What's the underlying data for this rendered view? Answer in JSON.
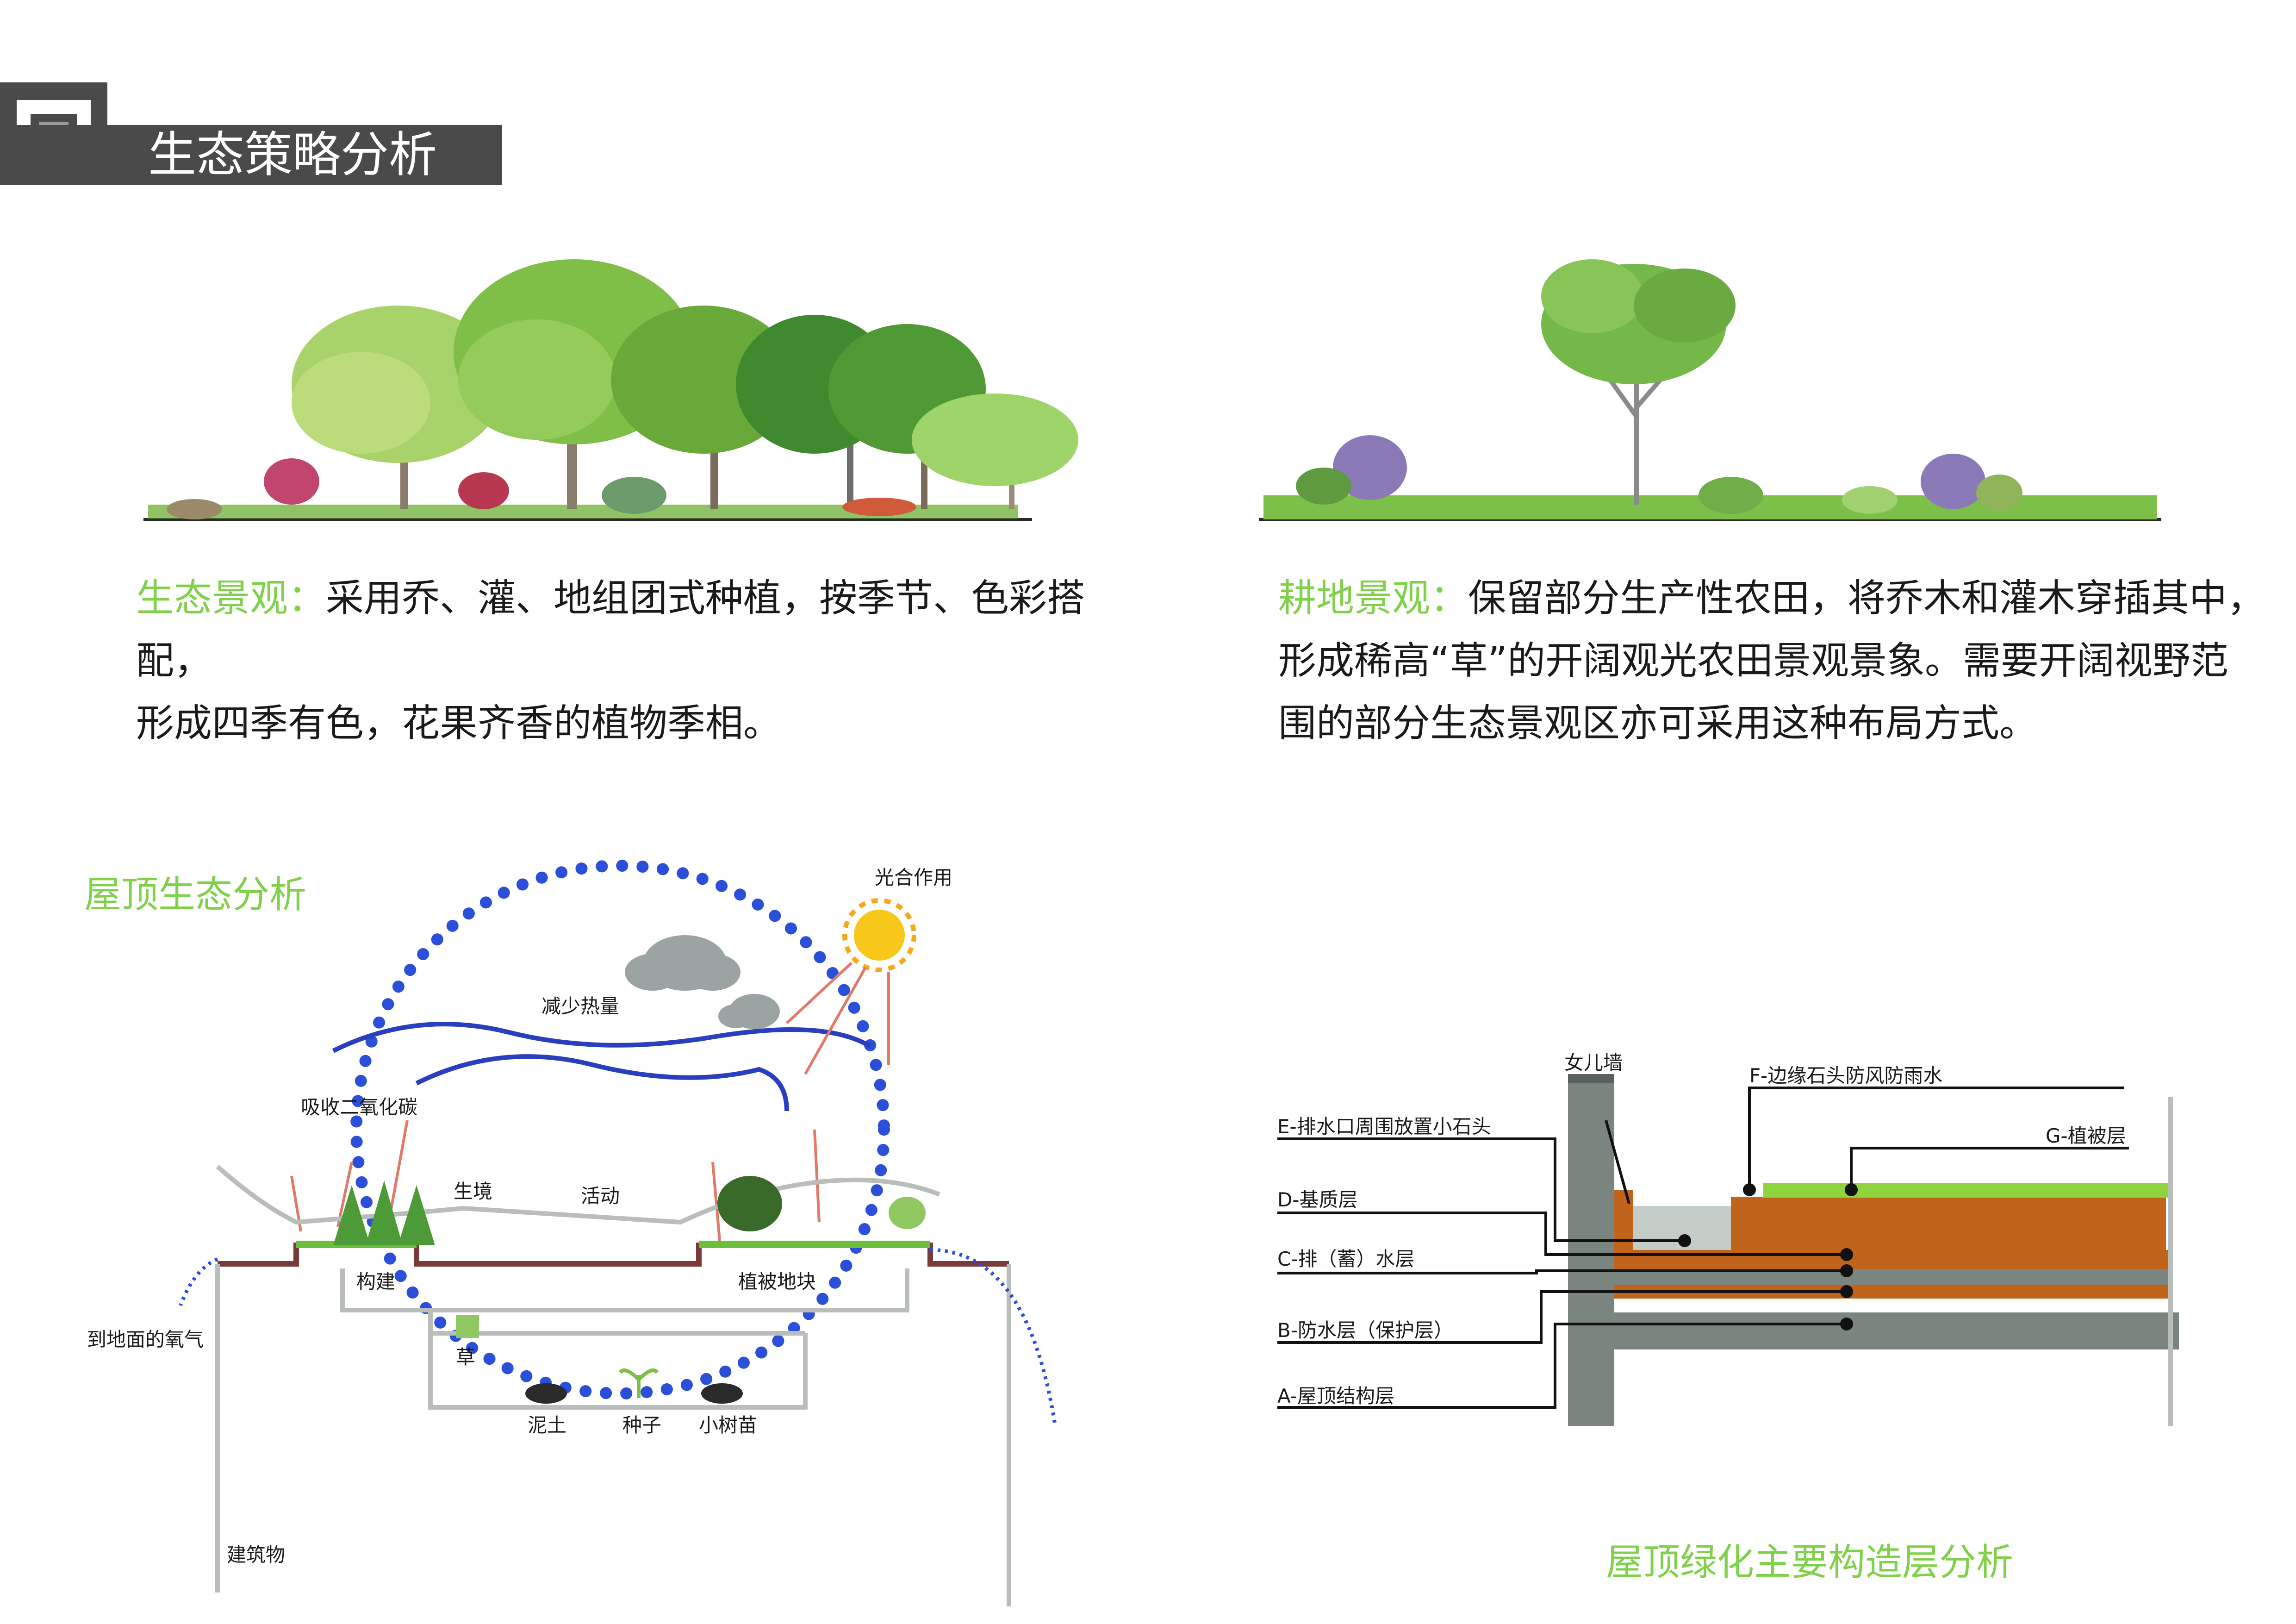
{
  "header": {
    "title": "生态策略分析"
  },
  "panel_eco": {
    "lead": "生态景观：",
    "line1": "采用乔、灌、地组团式种植，按季节、色彩搭配，",
    "line2": "形成四季有色，花果齐香的植物季相。"
  },
  "panel_farm": {
    "lead": "耕地景观：",
    "line1": "保留部分生产性农田，将乔木和灌木穿插其中，",
    "line2": "形成稀高“草”的开阔观光农田景观景象。需要开阔视野范",
    "line3": "围的部分生态景观区亦可采用这种布局方式。"
  },
  "roof_eco": {
    "title": "屋顶生态分析",
    "labels": {
      "photosynthesis": "光合作用",
      "reduce_heat": "减少热量",
      "absorb_co2": "吸收二氧化碳",
      "habitat": "生境",
      "activity": "活动",
      "build": "构建",
      "vegetation_block": "植被地块",
      "oxygen": "到地面的氧气",
      "grass": "草",
      "soil": "泥土",
      "seed": "种子",
      "sapling": "小树苗",
      "building": "建筑物"
    }
  },
  "roof_layers": {
    "title": "屋顶绿化主要构造层分析",
    "labels": {
      "parapet": "女儿墙",
      "F": "F-边缘石头防风防雨水",
      "G": "G-植被层",
      "E": "E-排水口周围放置小石头",
      "D": "D-基质层",
      "C": "C-排（蓄）水层",
      "B": "B-防水层（保护层）",
      "A": "A-屋顶结构层"
    }
  },
  "colors": {
    "header_bg": "#4a4a4a",
    "accent_green": "#7fd14a",
    "dotted_circle": "#2b4fd8",
    "wave": "#2a3fbf",
    "arrow_red": "#e07a6a",
    "soil_orange": "#c0641c",
    "concrete": "#7b8580",
    "grass": "#8fd43c"
  }
}
